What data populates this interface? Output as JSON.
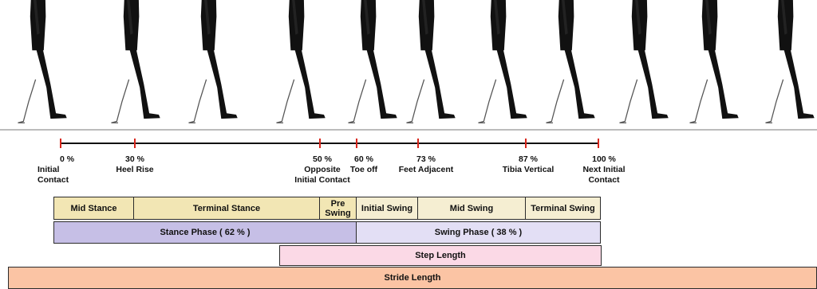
{
  "timeline": {
    "ticks": [
      {
        "pct": "0 %",
        "name": "Initial\nContact"
      },
      {
        "pct": "30 %",
        "name": "Heel Rise"
      },
      {
        "pct": "50 %",
        "name": "Opposite\nInitial Contact"
      },
      {
        "pct": "60 %",
        "name": "Toe off"
      },
      {
        "pct": "73 %",
        "name": "Feet Adjacent"
      },
      {
        "pct": "87 %",
        "name": "Tibia Vertical"
      },
      {
        "pct": "100 %",
        "name": "Next Initial\nContact"
      }
    ]
  },
  "subphases": [
    {
      "label": "Mid Stance"
    },
    {
      "label": "Terminal Stance"
    },
    {
      "label": "Pre\nSwing"
    },
    {
      "label": "Initial Swing"
    },
    {
      "label": "Mid Swing"
    },
    {
      "label": "Terminal Swing"
    }
  ],
  "phases": {
    "stance": "Stance Phase ( 62 % )",
    "swing": "Swing Phase ( 38 % )"
  },
  "step_length": "Step Length",
  "stride_length": "Stride Length",
  "colors": {
    "tick": "#d9261c",
    "stance_sub": "#f2e6b4",
    "swing_sub": "#f5eed2",
    "stance_phase": "#c6bfe6",
    "swing_phase": "#e3dff5",
    "step": "#fbd9e6",
    "stride": "#fbc4a4"
  }
}
